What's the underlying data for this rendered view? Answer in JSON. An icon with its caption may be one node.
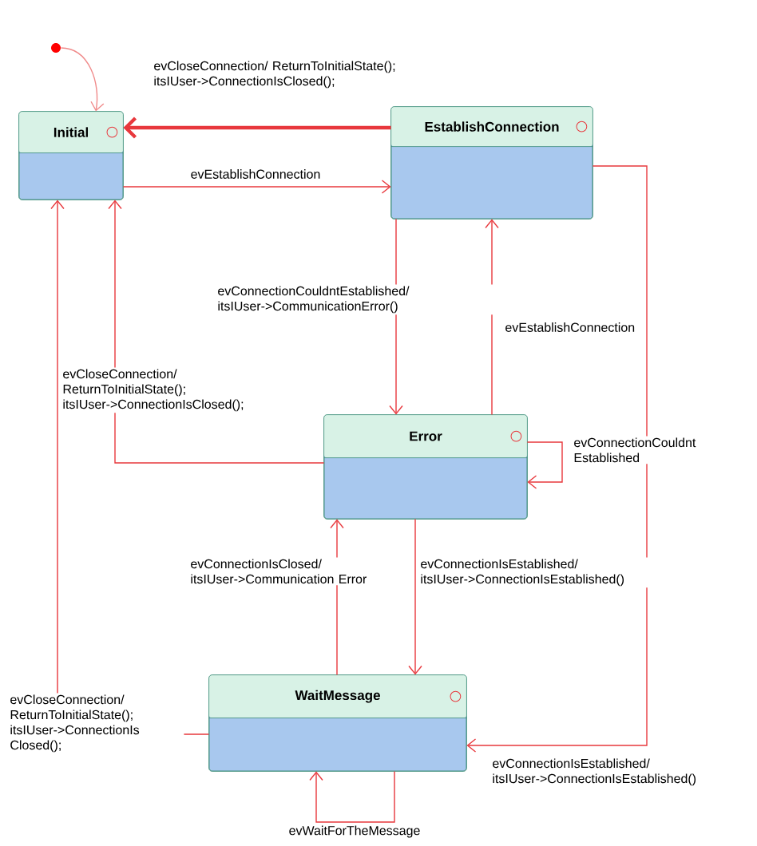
{
  "diagram": {
    "nodes": [
      {
        "text": [
          "Initial"
        ]
      },
      {
        "text": [
          "EstablishConnection"
        ]
      },
      {
        "text": [
          "Error"
        ]
      },
      {
        "text": [
          "WaitMessage"
        ]
      },
      {
        "text": [],
        "shape": "circle"
      }
    ],
    "edges": [
      {
        "from": 4,
        "to": 0,
        "arrow": "to",
        "color": "#f08a8a"
      },
      {
        "from": 1,
        "to": 0,
        "arrow": "to",
        "style": "thick",
        "label": "evCloseConnection/ ReturnToInitialState(); itsIUser->ConnectionIsClosed();"
      },
      {
        "from": 0,
        "to": 1,
        "arrow": "to",
        "label": "evEstablishConnection"
      },
      {
        "from": 1,
        "to": 2,
        "arrow": "to",
        "label": "evConnectionCouldntEstablished/ itsIUser->CommunicationError()"
      },
      {
        "from": 2,
        "to": 1,
        "arrow": "to",
        "label": "evEstablishConnection"
      },
      {
        "from": 2,
        "to": 0,
        "arrow": "to",
        "label": "evCloseConnection/ ReturnToInitialState(); itsIUser->ConnectionIsClosed();"
      },
      {
        "from": 2,
        "to": 2,
        "arrow": "to",
        "label": "evConnectionCouldnt Established"
      },
      {
        "from": 3,
        "to": 2,
        "arrow": "to",
        "label": "evConnectionIsClosed/ itsIUser->Communication Error"
      },
      {
        "from": 2,
        "to": 3,
        "arrow": "to",
        "label": "evConnectionIsEstablished/ itsIUser->ConnectionIsEstablished()"
      },
      {
        "from": 1,
        "to": 3,
        "arrow": "to",
        "label": "evConnectionIsEstablished/ itsIUser->ConnectionIsEstablished()"
      },
      {
        "from": 3,
        "to": 0,
        "arrow": "to",
        "label": "evCloseConnection/ ReturnToInitialState(); itsIUser->ConnectionIs Closed();"
      },
      {
        "from": 3,
        "to": 3,
        "arrow": "to",
        "label": "evWaitForTheMessage"
      }
    ]
  }
}
